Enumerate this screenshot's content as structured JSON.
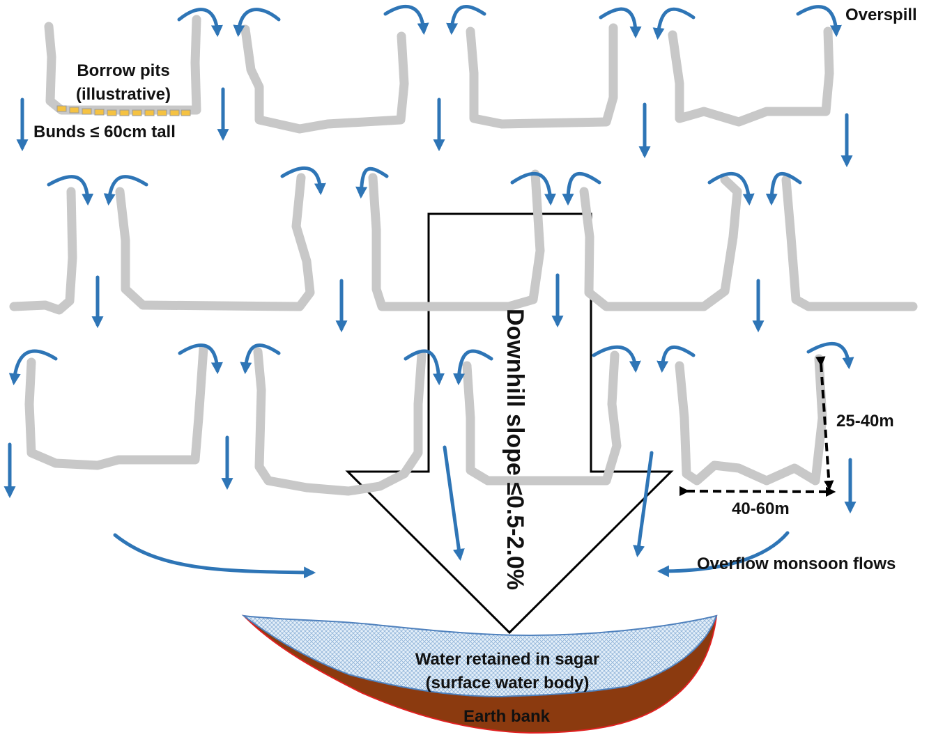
{
  "labels": {
    "overspill": "Overspill",
    "borrow_pits_line1": "Borrow pits",
    "borrow_pits_line2": "(illustrative)",
    "bunds": "Bunds ≤ 60cm tall",
    "slope": "Downhill slope ≤0.5-2.0%",
    "height_dim": "25-40m",
    "width_dim": "40-60m",
    "overflow": "Overflow monsoon flows",
    "water_line1": "Water retained in sagar",
    "water_line2": "(surface water body)",
    "earth_bank": "Earth bank"
  },
  "colors": {
    "bund": "#c8c8c8",
    "flow_arrow": "#2e75b6",
    "borrow_pit": "#f5c242",
    "water": "#dce9f5",
    "water_edge": "#4f81bd",
    "earth_bank": "#8b3a0f",
    "earth_edge": "#e02020"
  }
}
